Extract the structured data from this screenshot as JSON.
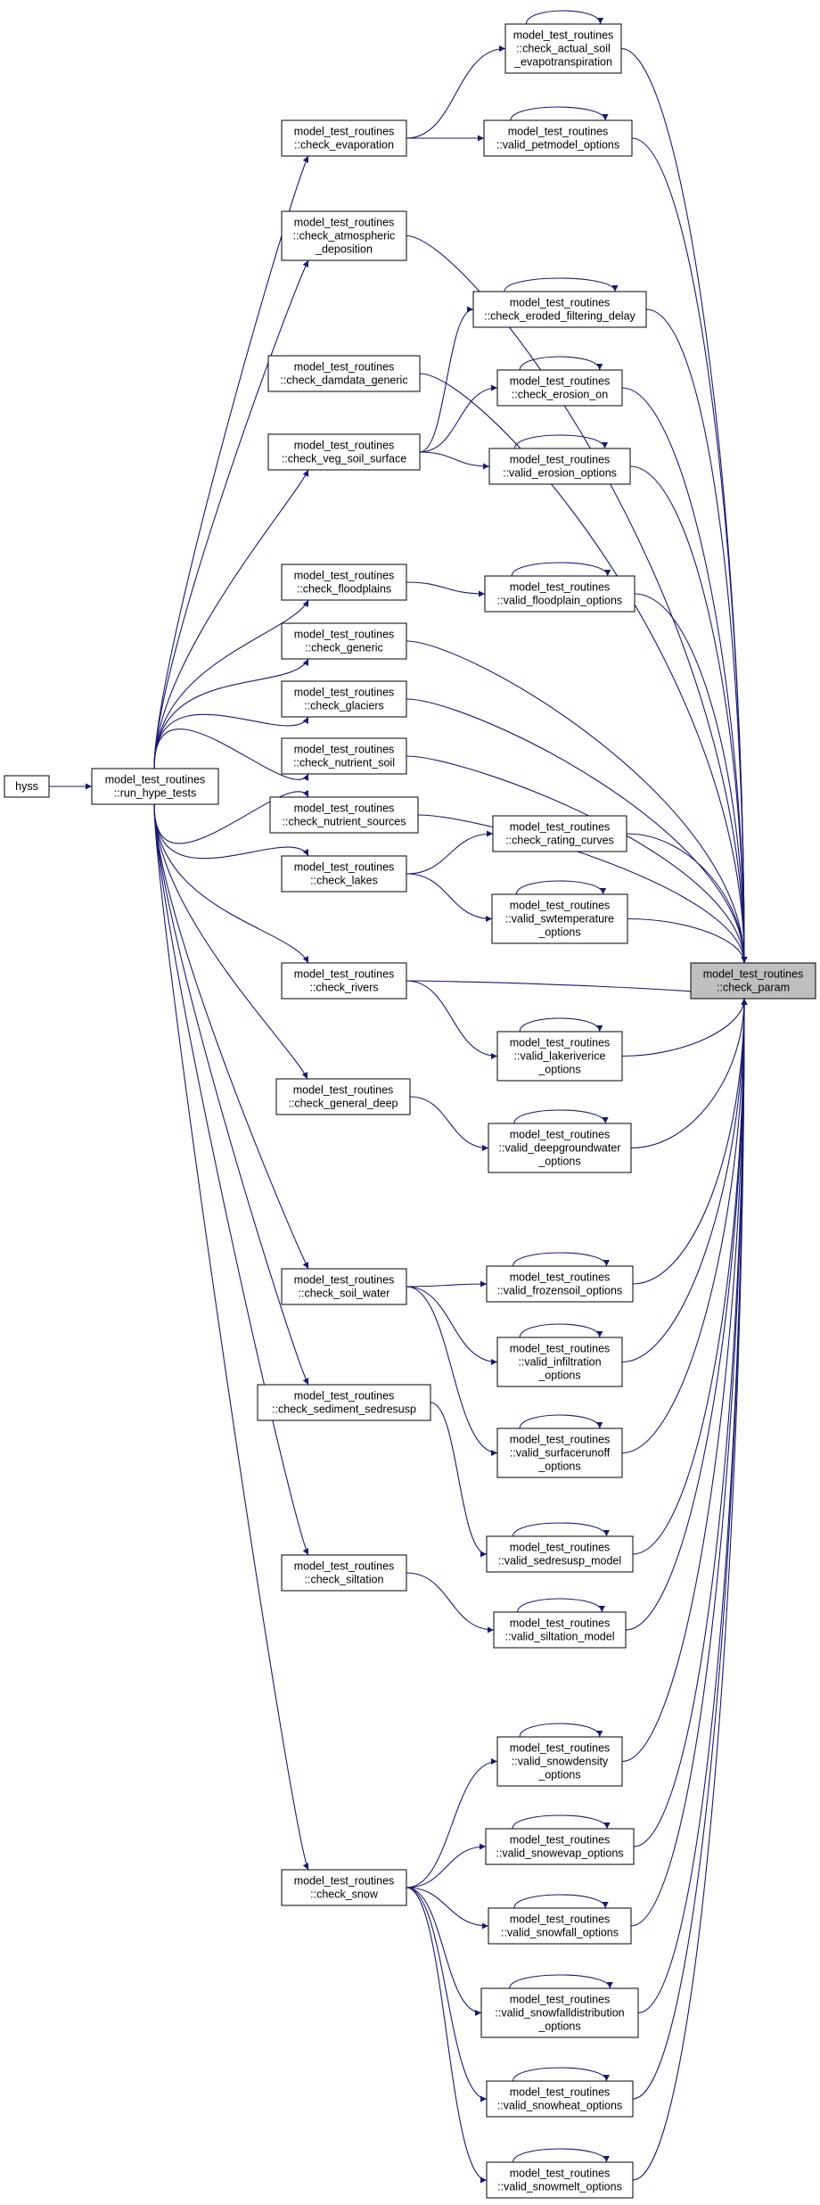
{
  "graph": {
    "colors": {
      "edge": "#191970",
      "node_border": "#000000",
      "node_fill": "#ffffff",
      "highlight_fill": "#bfbfbf"
    },
    "nodes": [
      {
        "id": "hyss",
        "lines": [
          "hyss"
        ]
      },
      {
        "id": "run",
        "lines": [
          "model_test_routines",
          "::run_hype_tests"
        ]
      },
      {
        "id": "evap",
        "lines": [
          "model_test_routines",
          "::check_evaporation"
        ]
      },
      {
        "id": "atm",
        "lines": [
          "model_test_routines",
          "::check_atmospheric",
          "_deposition"
        ]
      },
      {
        "id": "dam",
        "lines": [
          "model_test_routines",
          "::check_damdata_generic"
        ]
      },
      {
        "id": "veg",
        "lines": [
          "model_test_routines",
          "::check_veg_soil_surface"
        ]
      },
      {
        "id": "flood",
        "lines": [
          "model_test_routines",
          "::check_floodplains"
        ]
      },
      {
        "id": "generic",
        "lines": [
          "model_test_routines",
          "::check_generic"
        ]
      },
      {
        "id": "glac",
        "lines": [
          "model_test_routines",
          "::check_glaciers"
        ]
      },
      {
        "id": "nsoil",
        "lines": [
          "model_test_routines",
          "::check_nutrient_soil"
        ]
      },
      {
        "id": "nsrc",
        "lines": [
          "model_test_routines",
          "::check_nutrient_sources"
        ]
      },
      {
        "id": "lakes",
        "lines": [
          "model_test_routines",
          "::check_lakes"
        ]
      },
      {
        "id": "rivers",
        "lines": [
          "model_test_routines",
          "::check_rivers"
        ]
      },
      {
        "id": "gdeep",
        "lines": [
          "model_test_routines",
          "::check_general_deep"
        ]
      },
      {
        "id": "soilw",
        "lines": [
          "model_test_routines",
          "::check_soil_water"
        ]
      },
      {
        "id": "sed",
        "lines": [
          "model_test_routines",
          "::check_sediment_sedresusp"
        ]
      },
      {
        "id": "silt",
        "lines": [
          "model_test_routines",
          "::check_siltation"
        ]
      },
      {
        "id": "snow",
        "lines": [
          "model_test_routines",
          "::check_snow"
        ]
      },
      {
        "id": "aet",
        "lines": [
          "model_test_routines",
          "::check_actual_soil",
          "_evapotranspiration"
        ]
      },
      {
        "id": "petm",
        "lines": [
          "model_test_routines",
          "::valid_petmodel_options"
        ]
      },
      {
        "id": "erofd",
        "lines": [
          "model_test_routines",
          "::check_eroded_filtering_delay"
        ]
      },
      {
        "id": "eroon",
        "lines": [
          "model_test_routines",
          "::check_erosion_on"
        ]
      },
      {
        "id": "eroopt",
        "lines": [
          "model_test_routines",
          "::valid_erosion_options"
        ]
      },
      {
        "id": "fpopt",
        "lines": [
          "model_test_routines",
          "::valid_floodplain_options"
        ]
      },
      {
        "id": "rating",
        "lines": [
          "model_test_routines",
          "::check_rating_curves"
        ]
      },
      {
        "id": "swt",
        "lines": [
          "model_test_routines",
          "::valid_swtemperature",
          "_options"
        ]
      },
      {
        "id": "param",
        "lines": [
          "model_test_routines",
          "::check_param"
        ],
        "highlight": true
      },
      {
        "id": "lriv",
        "lines": [
          "model_test_routines",
          "::valid_lakeriverice",
          "_options"
        ]
      },
      {
        "id": "dgw",
        "lines": [
          "model_test_routines",
          "::valid_deepgroundwater",
          "_options"
        ]
      },
      {
        "id": "frz",
        "lines": [
          "model_test_routines",
          "::valid_frozensoil_options"
        ]
      },
      {
        "id": "inf",
        "lines": [
          "model_test_routines",
          "::valid_infiltration",
          "_options"
        ]
      },
      {
        "id": "sro",
        "lines": [
          "model_test_routines",
          "::valid_surfacerunoff",
          "_options"
        ]
      },
      {
        "id": "sedm",
        "lines": [
          "model_test_routines",
          "::valid_sedresusp_model"
        ]
      },
      {
        "id": "siltm",
        "lines": [
          "model_test_routines",
          "::valid_siltation_model"
        ]
      },
      {
        "id": "sden",
        "lines": [
          "model_test_routines",
          "::valid_snowdensity",
          "_options"
        ]
      },
      {
        "id": "sevap",
        "lines": [
          "model_test_routines",
          "::valid_snowevap_options"
        ]
      },
      {
        "id": "sfall",
        "lines": [
          "model_test_routines",
          "::valid_snowfall_options"
        ]
      },
      {
        "id": "sfdist",
        "lines": [
          "model_test_routines",
          "::valid_snowfalldistribution",
          "_options"
        ]
      },
      {
        "id": "sheat",
        "lines": [
          "model_test_routines",
          "::valid_snowheat_options"
        ]
      },
      {
        "id": "smelt",
        "lines": [
          "model_test_routines",
          "::valid_snowmelt_options"
        ]
      }
    ]
  }
}
